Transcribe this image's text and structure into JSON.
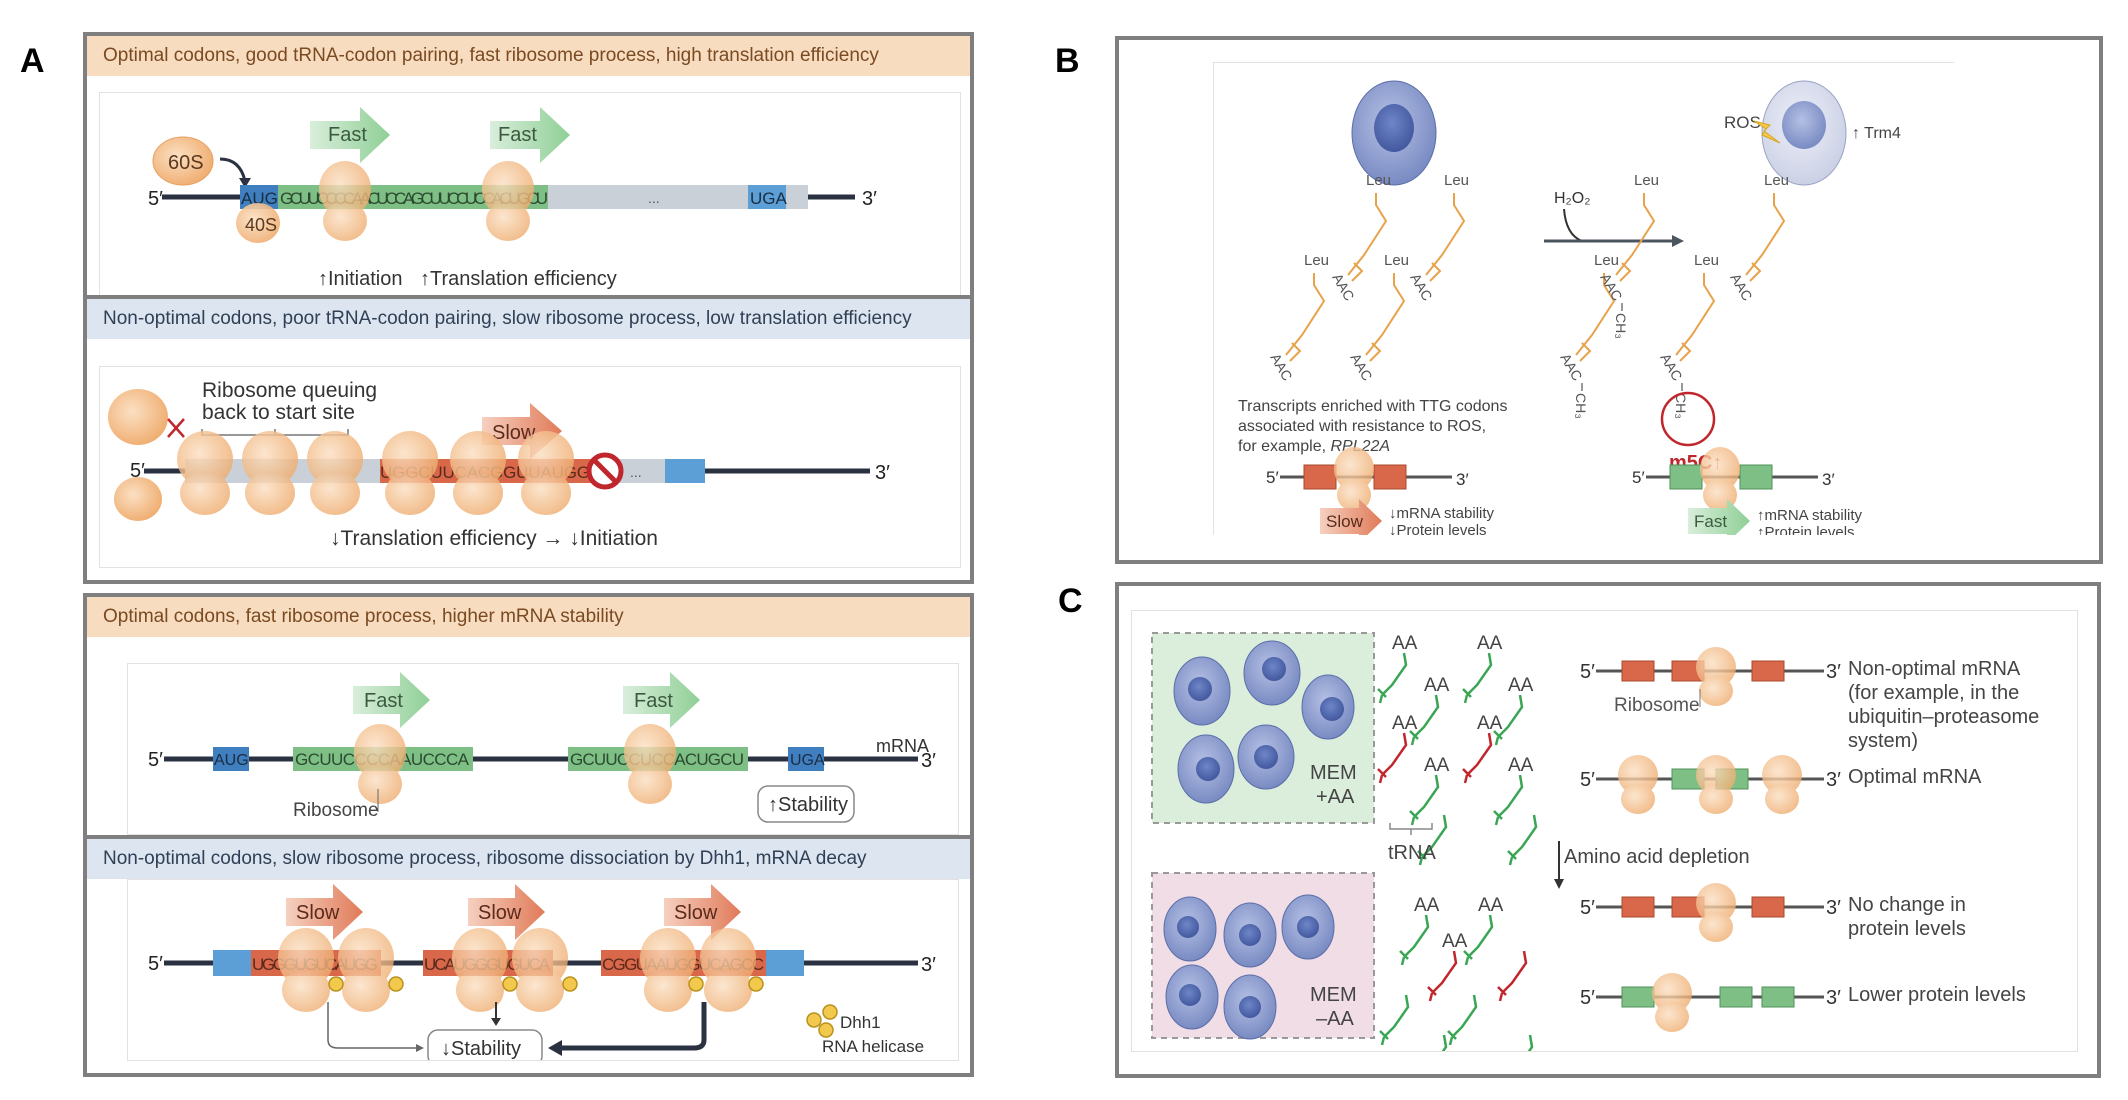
{
  "panels": {
    "A": {
      "label": "A",
      "sub1": {
        "header": "Optimal codons, good tRNA-codon pairing, fast ribosome process, high translation efficiency",
        "large_subunit": "60S",
        "small_subunit": "40S",
        "five_prime": "5′",
        "three_prime": "3′",
        "start_codon": "AUG",
        "codon_seq": "GCUUCCCCAACUCCAGCUUCCUCCACUGCU",
        "ellipsis": "...",
        "stop_codon": "UGA",
        "arrows": [
          "Fast",
          "Fast"
        ],
        "caption_initiation": "↑Initiation",
        "caption_efficiency": "↑Translation efficiency"
      },
      "sub2": {
        "header": "Non-optimal codons, poor tRNA-codon pairing, slow ribosome process, low translation efficiency",
        "queue_label_1": "Ribosome queuing",
        "queue_label_2": "back to start site",
        "arrow": "Slow",
        "codon_seq": "UGGCUUCACGGUUAUGG",
        "five_prime": "5′",
        "three_prime": "3′",
        "ellipsis": "...",
        "caption": "↓Translation efficiency → ↓Initiation"
      },
      "sub3": {
        "header": "Optimal codons, fast ribosome process, higher mRNA stability",
        "five_prime": "5′",
        "three_prime": "3′",
        "start_codon": "AUG",
        "codon_seq_1": "GCUUCCCCAAUCCCA",
        "codon_seq_2": "GCUUCCUCCACUGCU",
        "stop_codon": "UGA",
        "mrna_label": "mRNA",
        "arrows": [
          "Fast",
          "Fast"
        ],
        "ribosome_label": "Ribosome",
        "stability": "↑Stability"
      },
      "sub4": {
        "header": "Non-optimal codons, slow ribosome process, ribosome dissociation by Dhh1, mRNA decay",
        "five_prime": "5′",
        "three_prime": "3′",
        "codon_segments": [
          "UGGGUGUCAUGG",
          "UCAUGGGUGUCA",
          "CGGUAAUGGUCAGCC"
        ],
        "arrows": [
          "Slow",
          "Slow",
          "Slow"
        ],
        "stability": "↓Stability",
        "dhh1_label": "Dhh1",
        "helicase_label": "RNA helicase"
      }
    },
    "B": {
      "label": "B",
      "amino_acid": "Leu",
      "anticodon": "AAC",
      "methyl": "CH₃",
      "treatment": "H₂O₂",
      "ros_label": "ROS",
      "trm4_label": "↑ Trm4",
      "m5c_label": "m5C↑",
      "note_line1": "Transcripts enriched with TTG codons",
      "note_line2": "associated with resistance to ROS,",
      "note_line3_prefix": "for example, ",
      "note_line3_gene": "RPL22A",
      "five_prime": "5′",
      "three_prime": "3′",
      "slow_arrow": "Slow",
      "slow_effect_1": "↓mRNA stability",
      "slow_effect_2": "↓Protein levels",
      "fast_arrow": "Fast",
      "fast_effect_1": "↑mRNA stability",
      "fast_effect_2": "↑Protein levels"
    },
    "C": {
      "label": "C",
      "aa": "AA",
      "trna_label": "tRNA",
      "mem_plus_1": "MEM",
      "mem_plus_2": "+AA",
      "mem_minus_1": "MEM",
      "mem_minus_2": "–AA",
      "five_prime": "5′",
      "three_prime": "3′",
      "ribosome_label": "Ribosome",
      "nonopt_1": "Non-optimal mRNA",
      "nonopt_2": "(for example, in the",
      "nonopt_3": "ubiquitin–proteasome",
      "nonopt_4": "system)",
      "optimal": "Optimal mRNA",
      "depletion": "Amino acid depletion",
      "nochange_1": "No change in",
      "nochange_2": "protein levels",
      "lower": "Lower protein levels"
    }
  },
  "colors": {
    "orange_header": "#f8dcbf",
    "blue_header": "#dde6f0",
    "optimal_green": "#7dbf85",
    "nonoptimal_red": "#d9674a",
    "ribosome": "#f2b47c",
    "codon_blue": "#3f7fc0",
    "mrna_grey": "#c9d0d8",
    "cell_blue": "#6f82bd",
    "trna_orange": "#e8a24a",
    "m5c_red": "#c0272d"
  }
}
